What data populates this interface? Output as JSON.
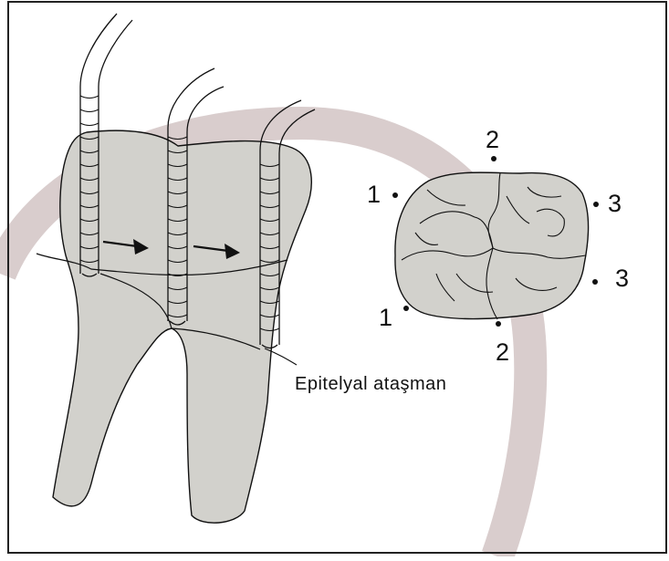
{
  "caption": "Epitelyal ataşman",
  "points": {
    "upper_left": "1",
    "lower_left": "1",
    "top": "2",
    "bottom": "2",
    "upper_right": "3",
    "lower_right": "3"
  },
  "colors": {
    "tooth_fill": "#d2d1cc",
    "outline": "#111111",
    "background_arc": "#d9cdcd",
    "frame": "#222222"
  },
  "icons": [
    "periodontal-probe-icon",
    "arrow-right-icon",
    "occlusal-tooth-icon",
    "tooth-side-view-icon"
  ]
}
